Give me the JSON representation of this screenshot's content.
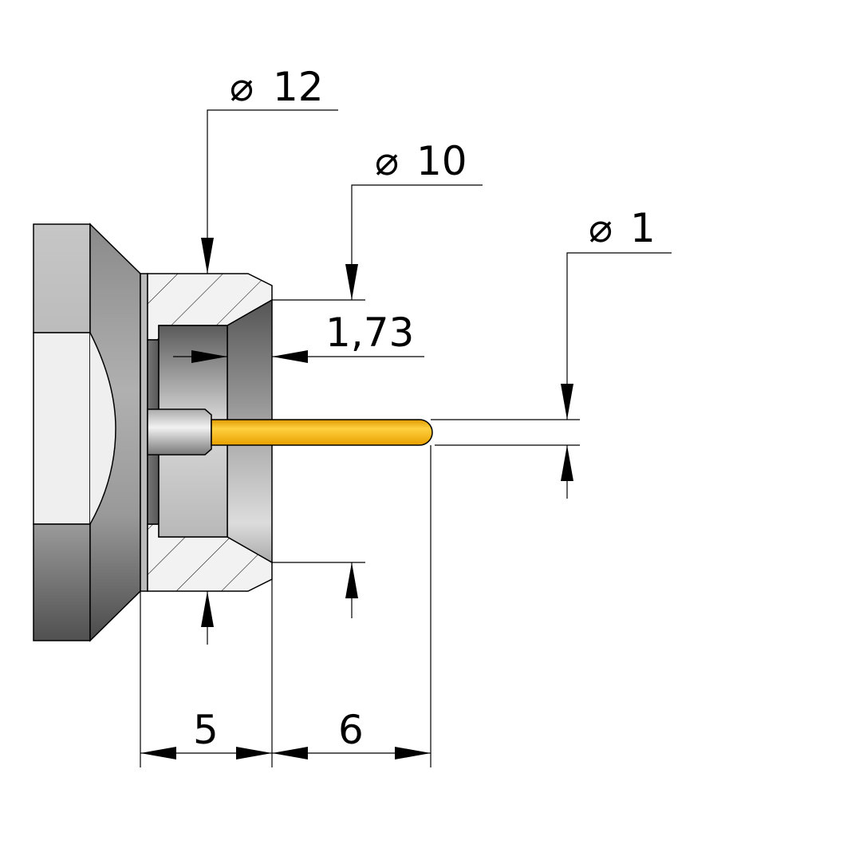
{
  "dimensions": {
    "dia_outer": {
      "symbol": "⌀",
      "value": "12"
    },
    "dia_inner": {
      "symbol": "⌀",
      "value": "10"
    },
    "dia_pin": {
      "symbol": "⌀",
      "value": "1"
    },
    "recess_depth": "1,73",
    "body_length": "5",
    "pin_protrusion": "6"
  },
  "colors": {
    "pin": "#f5b50f",
    "section_fill": "#f2f2f2"
  }
}
